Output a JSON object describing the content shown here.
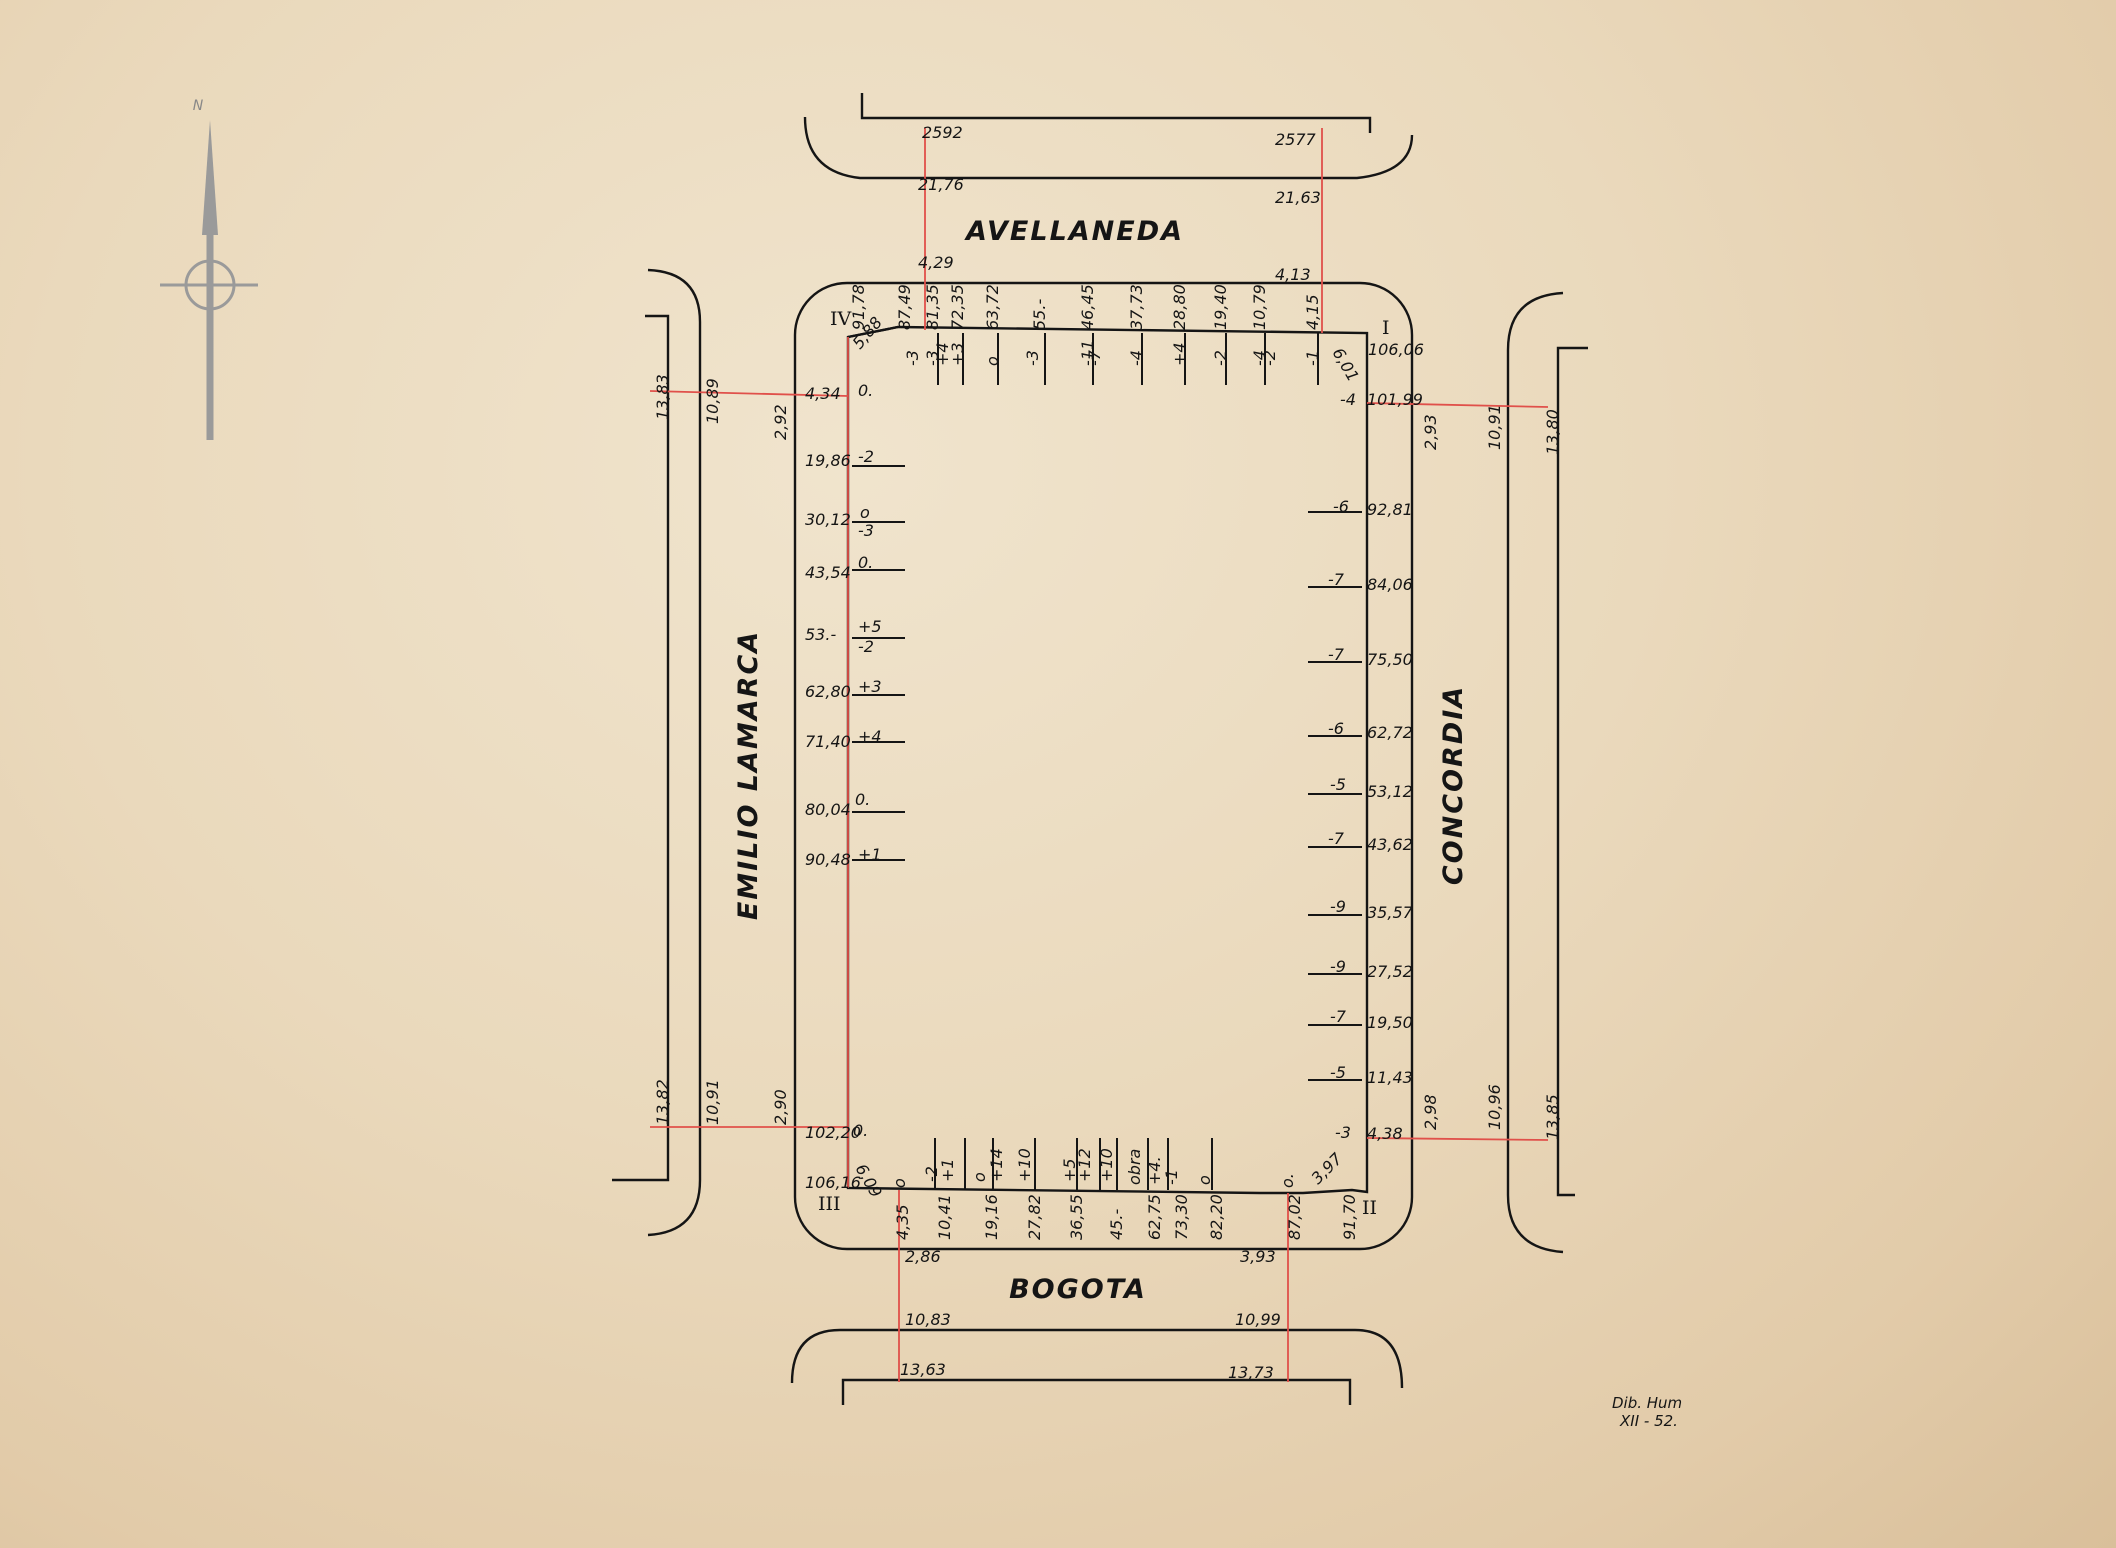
{
  "north_label": "N",
  "streets": {
    "north": "AVELLANEDA",
    "south": "BOGOTA",
    "west": "EMILIO LAMARCA",
    "east": "CONCORDIA"
  },
  "corners": [
    "I",
    "II",
    "III",
    "IV"
  ],
  "signature": {
    "line1": "Dib. Hum",
    "line2": "XII - 52."
  },
  "readings": {
    "north_street": [
      "2592",
      "2577",
      "21,76",
      "21,63",
      "4,29",
      "4,13"
    ],
    "north_edge": [
      "91,78",
      "87,49",
      "81,35",
      "72,35",
      "63,72",
      "55.-",
      "46,45",
      "37,73",
      "28,80",
      "19,40",
      "10,79",
      "4,15",
      "106,06",
      "5,88",
      "6,01"
    ],
    "north_offsets": [
      "-3",
      "-3",
      "+4",
      "+3",
      "o",
      "-3",
      "-11",
      "-7",
      "-4",
      "+4",
      "-2",
      "-4",
      "-2",
      "-1"
    ],
    "west_street": [
      "13,83",
      "10,89",
      "2,92",
      "13,82",
      "10,91",
      "2,90"
    ],
    "west_edge": [
      "4,34",
      "19,86",
      "30,12",
      "43,54",
      "53.-",
      "62,80",
      "71,40",
      "80,04",
      "90,48",
      "102,20",
      "106,16",
      "6,09"
    ],
    "west_offsets": [
      "0.",
      "-2",
      "o",
      "-3",
      "0.",
      "+5",
      "-2",
      "+3",
      "+4",
      "0.",
      "+1",
      "0."
    ],
    "east_street": [
      "2,93",
      "10,91",
      "13,80",
      "2,98",
      "10,96",
      "13,85"
    ],
    "east_edge": [
      "101,99",
      "92,81",
      "84,06",
      "75,50",
      "62,72",
      "53,12",
      "43,62",
      "35,57",
      "27,52",
      "19,50",
      "11,43",
      "4,38",
      "3,97"
    ],
    "east_offsets": [
      "-4",
      "-6",
      "-7",
      "-7",
      "-6",
      "-5",
      "-7",
      "-9",
      "-9",
      "-7",
      "-5",
      "-3"
    ],
    "south_street": [
      "2,86",
      "3,93",
      "10,83",
      "10,99",
      "13,63",
      "13,73"
    ],
    "south_edge": [
      "4,35",
      "10,41",
      "19,16",
      "27,82",
      "36,55",
      "45.-",
      "62,75",
      "73,30",
      "82,20",
      "87,02",
      "91,70"
    ],
    "south_offsets": [
      "o",
      "-2",
      "+1",
      "o",
      "+14",
      "+10",
      "+5",
      "+12",
      "+10",
      "obra",
      "+4.",
      "-1",
      "o",
      "o."
    ]
  }
}
